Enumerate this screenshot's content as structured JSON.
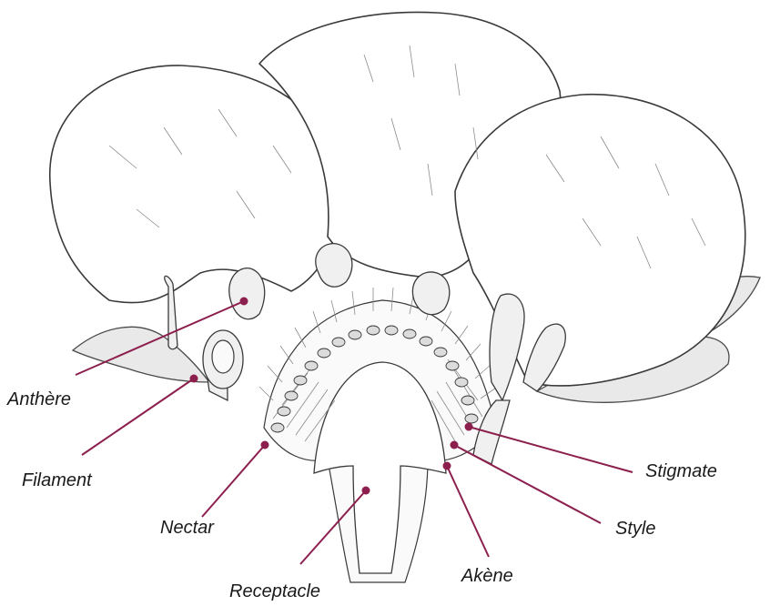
{
  "labels": {
    "anthere": "Anthère",
    "filament": "Filament",
    "nectar": "Nectar",
    "receptacle": "Receptacle",
    "akene": "Akène",
    "style": "Style",
    "stigmate": "Stigmate"
  },
  "colors": {
    "leader": "#8c1f4e",
    "outline": "#3a3a3a"
  }
}
